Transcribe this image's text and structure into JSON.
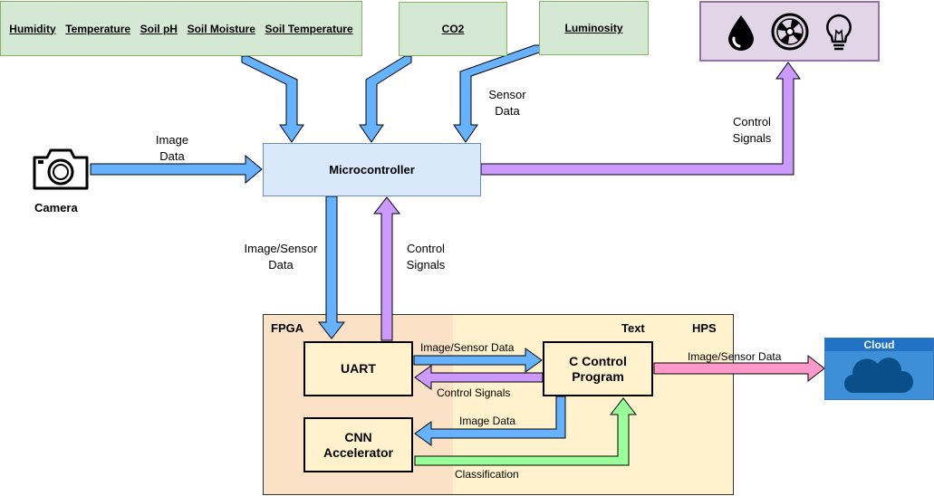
{
  "sensors_group": [
    "Humidity",
    "Temperature",
    "Soil pH",
    "Soil Moisture",
    "Soil Temperature"
  ],
  "sensor_co2": "CO2",
  "sensor_luminosity": "Luminosity",
  "actuator_icons": [
    "water-drop-icon",
    "fan-icon",
    "light-bulb-icon"
  ],
  "camera": {
    "label": "Camera",
    "icon": "camera-icon"
  },
  "microcontroller": "Microcontroller",
  "fpga": {
    "label": "FPGA",
    "uart": "UART",
    "cnn_line1": "CNN",
    "cnn_line2": "Accelerator"
  },
  "hps": {
    "label": "HPS",
    "text": "Text",
    "c_program_line1": "C Control",
    "c_program_line2": "Program"
  },
  "cloud": {
    "label": "Cloud",
    "icon": "cloud-icon"
  },
  "edges": {
    "image_data_1": "Image",
    "image_data_2": "Data",
    "sensor_data_1": "Sensor",
    "sensor_data_2": "Data",
    "control_signals_1": "Control",
    "control_signals_2": "Signals",
    "image_sensor_1": "Image/Sensor",
    "image_sensor_2": "Data",
    "control_up_1": "Control",
    "control_up_2": "Signals",
    "uart_to_cprog": "Image/Sensor Data",
    "cprog_to_uart": "Control Signals",
    "cprog_to_cnn": "Image Data",
    "cnn_to_cprog": "Classification",
    "hps_to_cloud": "Image/Sensor Data"
  },
  "colors": {
    "blue_arrow": "#66b2ff",
    "purple_arrow": "#cc99ff",
    "pink_arrow": "#ff99cc",
    "green_arrow": "#99ff99"
  }
}
